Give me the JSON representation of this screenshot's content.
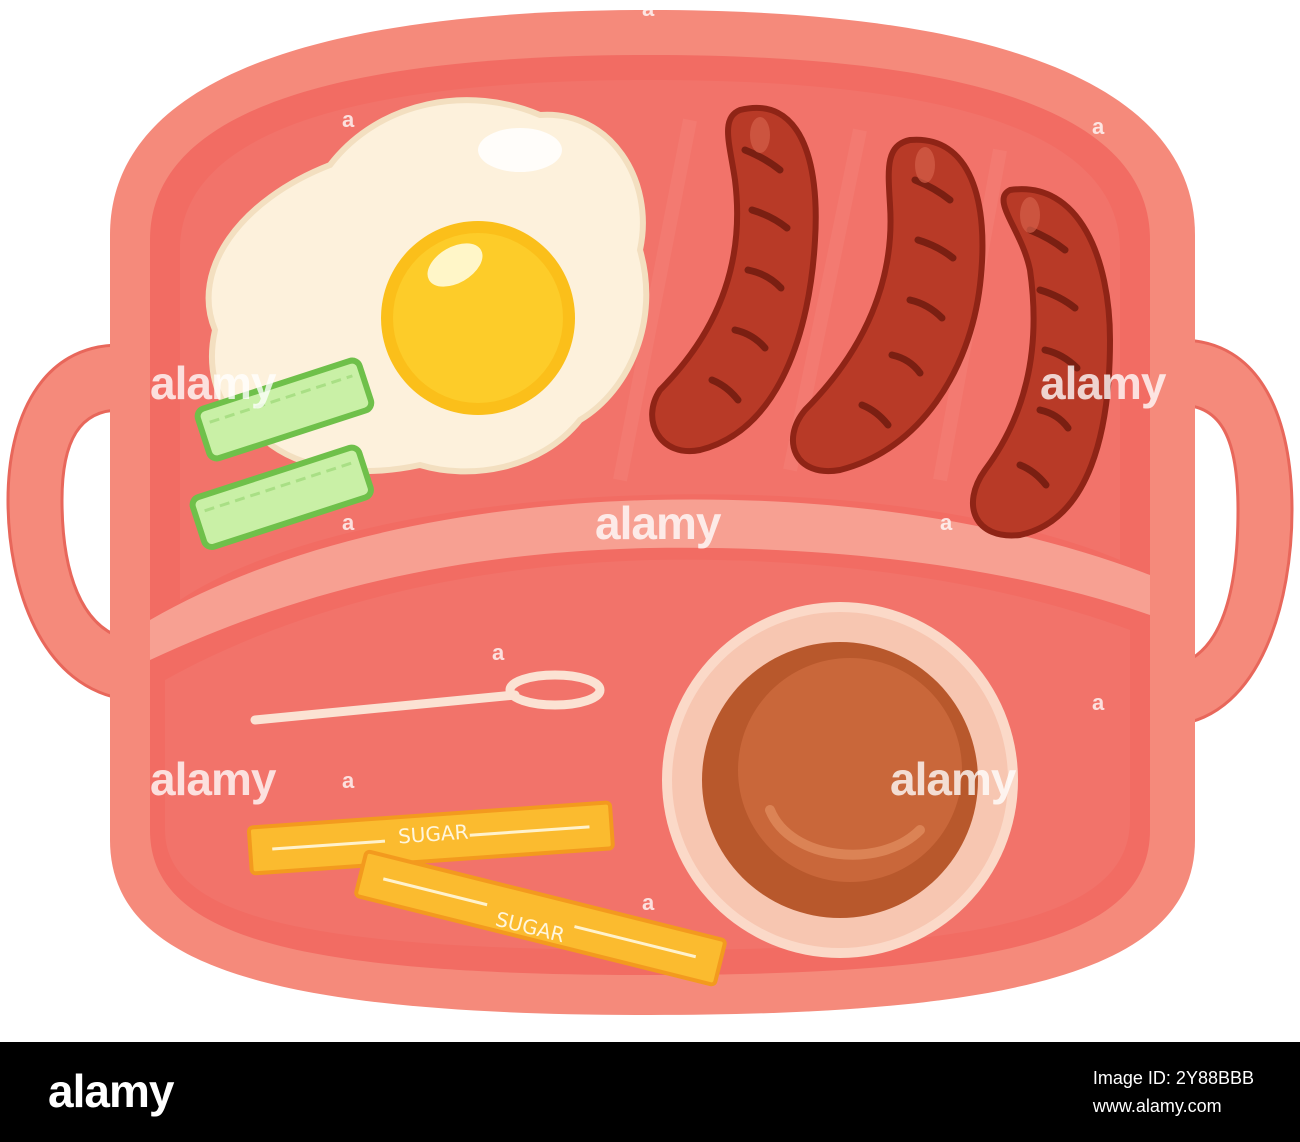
{
  "colors": {
    "tray_outer": "#f58a7b",
    "tray_inner": "#f26c63",
    "tray_floor": "#f2736a",
    "tray_wall": "#f7a092",
    "egg_white": "#fdf1dc",
    "egg_yolk": "#fbbf1a",
    "sausage": "#b83a27",
    "sausage_dark": "#8f2416",
    "cucumber": "#c9f0a6",
    "cucumber_edge": "#6fc04a",
    "sugar_packet": "#fbbb2f",
    "cup_rim": "#fbd9c8",
    "coffee": "#b8582c",
    "footer_bg": "#000000"
  },
  "sugar_packets": [
    {
      "label": "SUGAR"
    },
    {
      "label": "SUGAR"
    }
  ],
  "watermark": {
    "text": "alamy",
    "mark": "a"
  },
  "footer": {
    "logo": "alamy",
    "image_id": "Image ID: 2Y88BBB",
    "url": "www.alamy.com"
  }
}
